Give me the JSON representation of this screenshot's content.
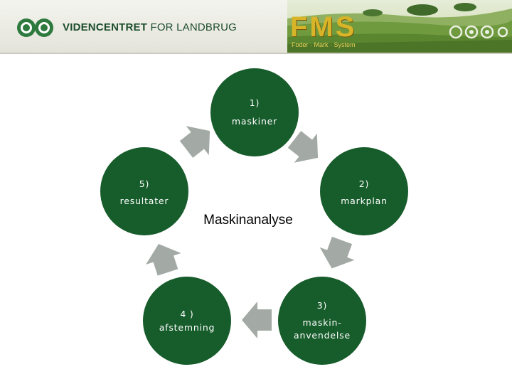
{
  "header": {
    "brand_name_bold": "VIDENCENTRET",
    "brand_name_regular": "FOR LANDBRUG",
    "logo_alt": "Videncentret for Landbrug logo",
    "product_title": "FMS",
    "product_subtitle": "Foder · Mark · System",
    "colors": {
      "brand_green": "#1d4d2c",
      "fms_gold": "#d8b428"
    }
  },
  "diagram": {
    "center_label": "Maskinanalyse",
    "node_color": "#175c2b",
    "arrow_color": "#a3aaa5",
    "nodes": [
      {
        "number": "1)",
        "label": "maskiner"
      },
      {
        "number": "2)",
        "label": "markplan"
      },
      {
        "number": "3)",
        "label": "maskin-",
        "label_line2": "anvendelse"
      },
      {
        "number": "4 )",
        "label": "afstemning"
      },
      {
        "number": "5)",
        "label": "resultater"
      }
    ]
  }
}
